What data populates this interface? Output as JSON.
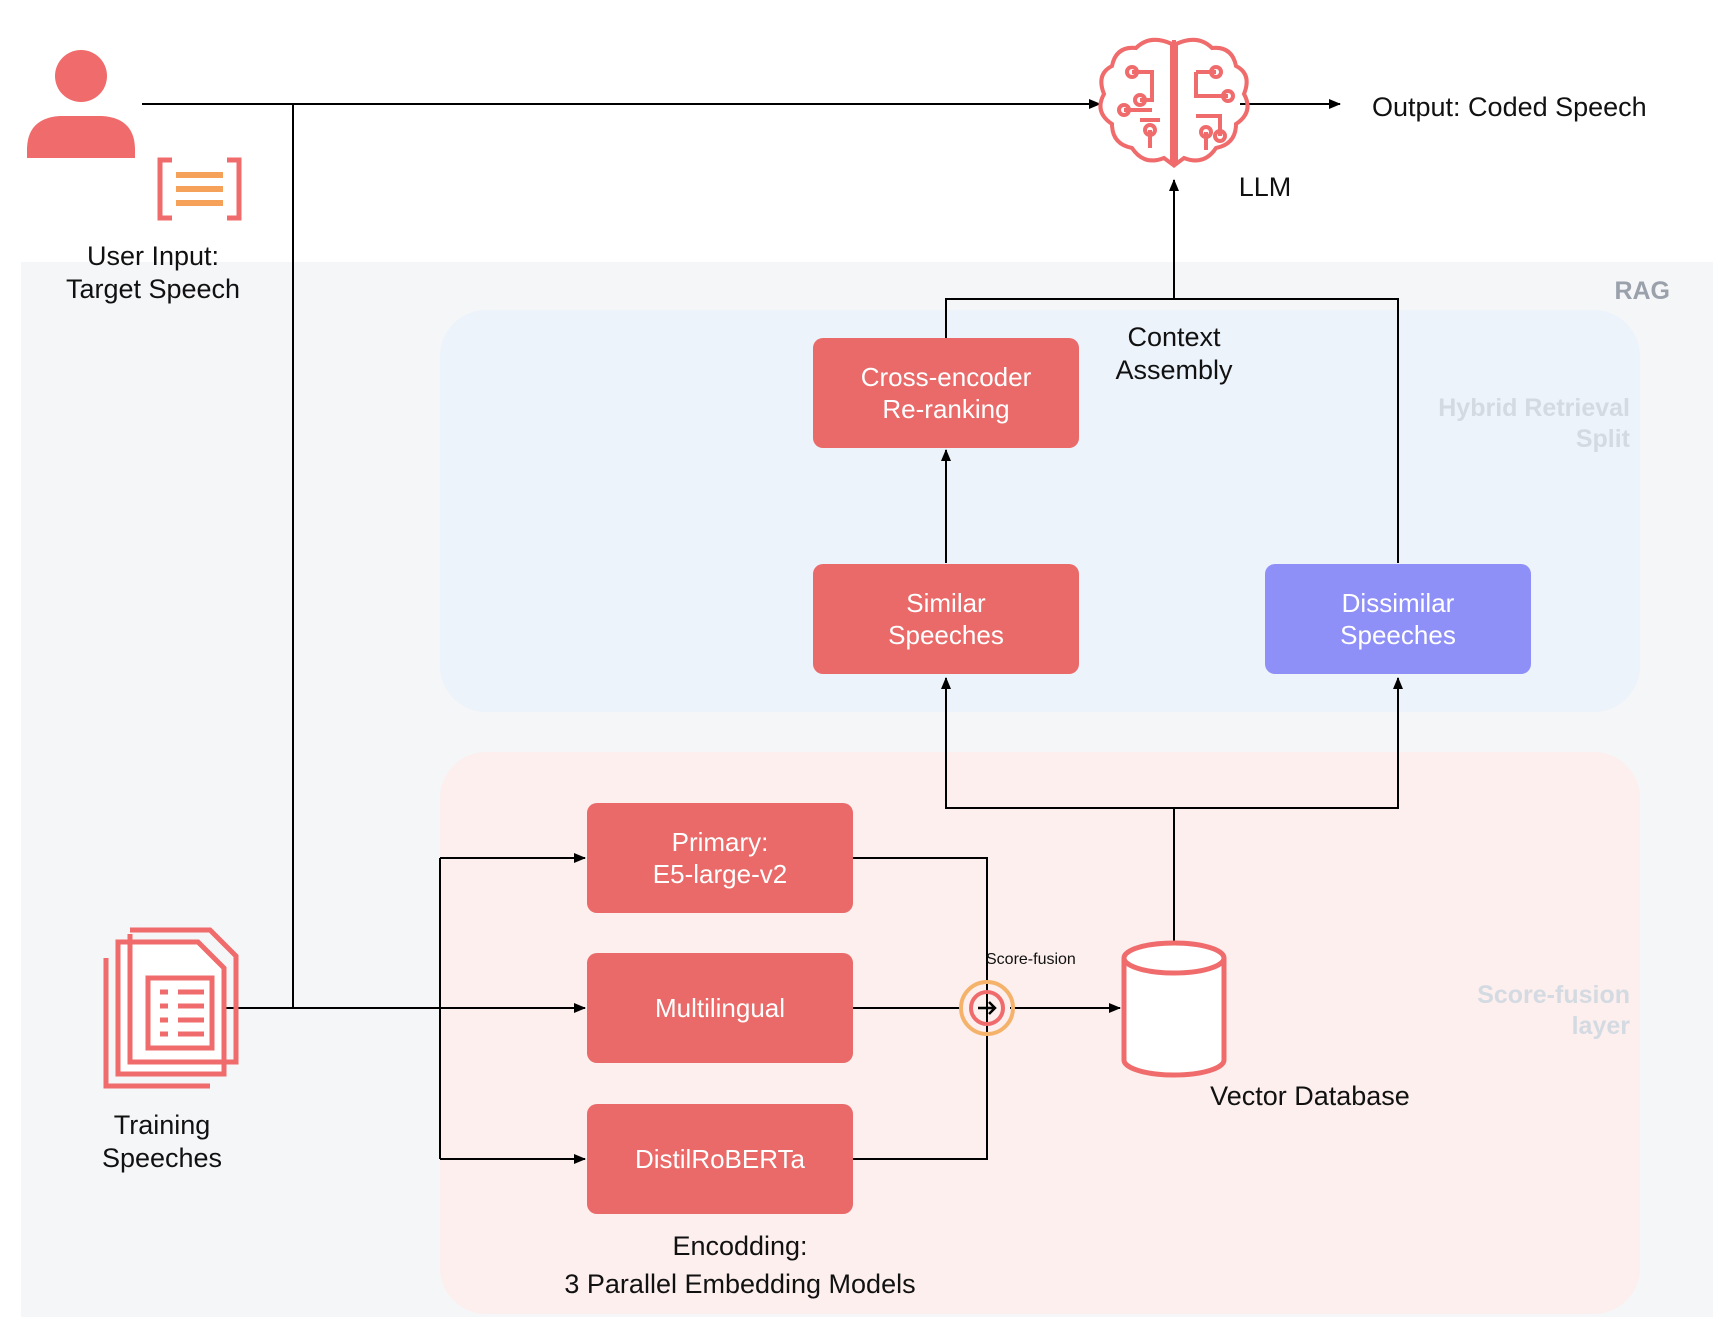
{
  "colors": {
    "box_red": "#e96a69",
    "box_purple": "#8f90f7",
    "rag_background": "#f5f6f8",
    "hybrid_background": "#edf3fb",
    "fusion_background": "#fcefee",
    "icon_red": "#f06b6b",
    "icon_orange": "#f5a15a",
    "connector": "#000000"
  },
  "regions": {
    "rag": "RAG",
    "hybrid": "Hybrid Retrieval\nSplit",
    "fusion": "Score-fusion\nlayer"
  },
  "nodes": {
    "user_input": "User Input:\nTarget Speech",
    "llm": "LLM",
    "output": "Output: Coded Speech",
    "context_assembly": "Context\nAssembly",
    "cross_encoder": "Cross-encoder\nRe-ranking",
    "similar": "Similar\nSpeeches",
    "dissimilar": "Dissimilar\nSpeeches",
    "primary": "Primary:\nE5-large-v2",
    "multilingual": "Multilingual",
    "distilroberta": "DistilRoBERTa",
    "score_fusion": "Score-fusion",
    "vector_db": "Vector Database",
    "training": "Training\nSpeeches",
    "encoding": "Encodding:\n3 Parallel Embedding Models"
  },
  "icons": {
    "user": "user-icon",
    "document": "document-bracket-icon",
    "brain": "brain-circuit-icon",
    "files": "document-stack-icon",
    "fusion": "target-fusion-icon",
    "database": "database-cylinder-icon"
  }
}
